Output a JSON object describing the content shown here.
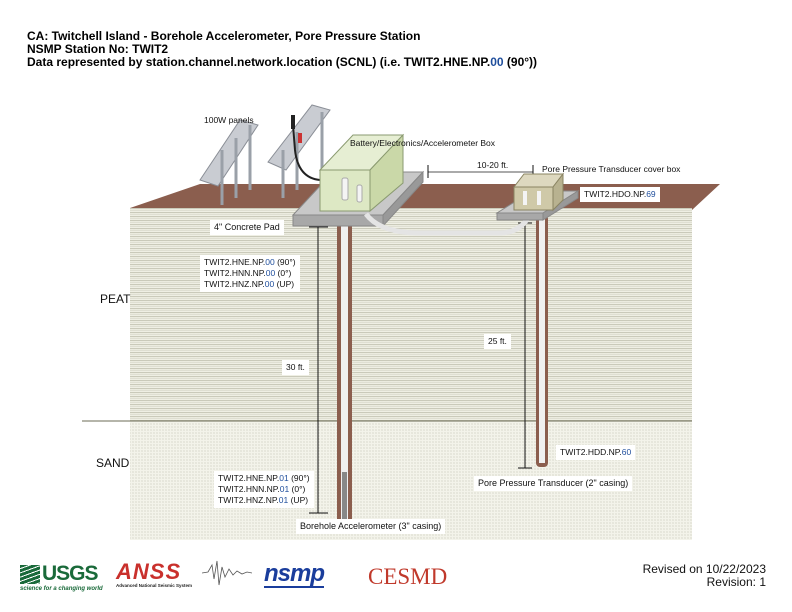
{
  "header": {
    "line1": "CA: Twitchell Island - Borehole Accelerometer, Pore Pressure Station",
    "line2": "NSMP Station No: TWIT2",
    "line3_prefix": "Data represented by station.channel.network.location (SCNL) (i.e. TWIT2.HNE.NP.",
    "line3_loc": "00",
    "line3_suffix": " (90°))"
  },
  "labels": {
    "panels": "100W panels",
    "box": "Battery/Electronics/Accelerometer Box",
    "distance": "10-20 ft.",
    "pp_box": "Pore Pressure Transducer cover box",
    "pad": "4\" Concrete Pad",
    "depth_accel": "30 ft.",
    "depth_pp": "25 ft.",
    "accel": "Borehole Accelerometer (3\" casing)",
    "pp": "Pore Pressure Transducer (2\" casing)",
    "peat": "PEAT",
    "sand": "SAND"
  },
  "channels": {
    "hdo": {
      "prefix": "TWIT2.HDO.NP.",
      "loc": "69"
    },
    "hdd": {
      "prefix": "TWIT2.HDD.NP.",
      "loc": "60"
    },
    "surface": [
      {
        "prefix": "TWIT2.HNE.NP.",
        "loc": "00",
        "suffix": " (90°)"
      },
      {
        "prefix": "TWIT2.HNN.NP.",
        "loc": "00",
        "suffix": " (0°)"
      },
      {
        "prefix": "TWIT2.HNZ.NP.",
        "loc": "00",
        "suffix": " (UP)"
      }
    ],
    "borehole": [
      {
        "prefix": "TWIT2.HNE.NP.",
        "loc": "01",
        "suffix": " (90°)"
      },
      {
        "prefix": "TWIT2.HNN.NP.",
        "loc": "01",
        "suffix": " (0°)"
      },
      {
        "prefix": "TWIT2.HNZ.NP.",
        "loc": "01",
        "suffix": " (UP)"
      }
    ]
  },
  "logos": {
    "usgs": "USGS",
    "usgs_tag": "science for a changing world",
    "anss": "ANSS",
    "anss_tag": "Advanced National Seismic System",
    "nsmp": "NSMP",
    "cesmd": "CESMD"
  },
  "revision": {
    "date": "Revised on 10/22/2023",
    "rev": "Revision: 1"
  },
  "colors": {
    "loc_blue": "#1f4e9c",
    "ground": "#8b5e4e",
    "box": "#dde8c4",
    "usgs": "#1a6a3a",
    "cesmd": "#c0392b"
  }
}
